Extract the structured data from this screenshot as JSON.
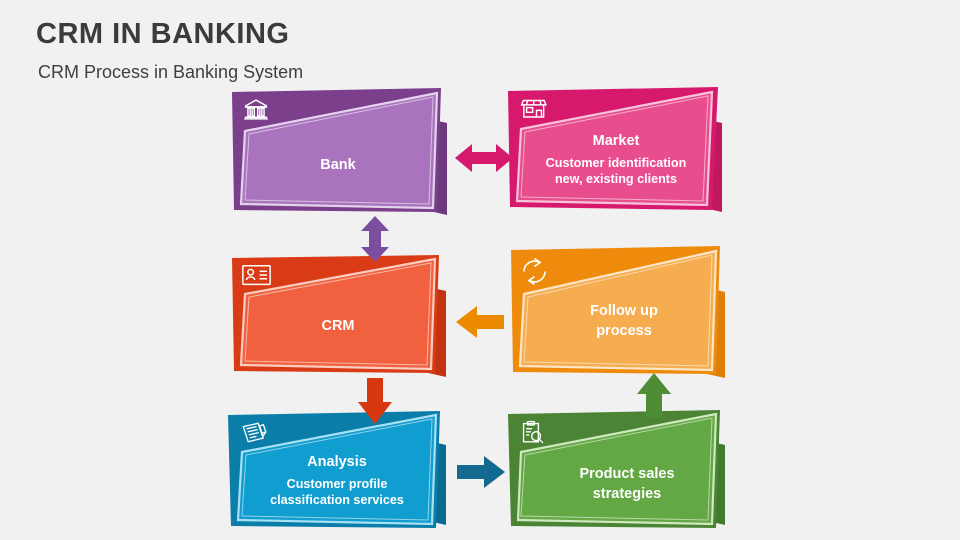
{
  "header": {
    "title": "CRM IN BANKING",
    "subtitle": "CRM Process in Banking System"
  },
  "background_color": "#f1f1f1",
  "nodes": [
    {
      "id": "bank",
      "title": "Bank",
      "desc": "",
      "icon": "bank-building-icon",
      "base_color": "#7b3f8c",
      "fill_color": "#a974bd",
      "shadow_color": "#6d3a7d"
    },
    {
      "id": "market",
      "title": "Market",
      "desc_line1": "Customer identification",
      "desc_line2": "new, existing clients",
      "icon": "shop-storefront-icon",
      "base_color": "#d6196c",
      "fill_color": "#e84e8e",
      "shadow_color": "#c0185f"
    },
    {
      "id": "crm",
      "title": "CRM",
      "desc": "",
      "icon": "contact-card-icon",
      "base_color": "#d93b16",
      "fill_color": "#f2613f",
      "shadow_color": "#c3330f"
    },
    {
      "id": "followup",
      "title_line1": "Follow up",
      "title_line2": "process",
      "icon": "refresh-cycle-icon",
      "base_color": "#ef8b0c",
      "fill_color": "#f6ad50",
      "shadow_color": "#de7f08"
    },
    {
      "id": "analysis",
      "title": "Analysis",
      "desc_line1": "Customer profile",
      "desc_line2": "classification services",
      "icon": "notepad-pencil-icon",
      "base_color": "#0a7da8",
      "fill_color": "#109dcf",
      "shadow_color": "#086c91"
    },
    {
      "id": "product",
      "title_line1": "Product sales",
      "title_line2": "strategies",
      "icon": "clipboard-search-icon",
      "base_color": "#4a8434",
      "fill_color": "#63a844",
      "shadow_color": "#427a2d"
    }
  ],
  "arrows": [
    {
      "id": "bank-market",
      "direction": "double-horizontal",
      "color": "#d6196c"
    },
    {
      "id": "bank-crm",
      "direction": "double-vertical",
      "color": "#7b4f9e"
    },
    {
      "id": "followup-crm",
      "direction": "left",
      "color": "#ed8b00"
    },
    {
      "id": "crm-analysis",
      "direction": "down",
      "color": "#d8380f"
    },
    {
      "id": "analysis-product",
      "direction": "right",
      "color": "#13698f"
    },
    {
      "id": "product-followup",
      "direction": "up",
      "color": "#4f8c36"
    }
  ]
}
